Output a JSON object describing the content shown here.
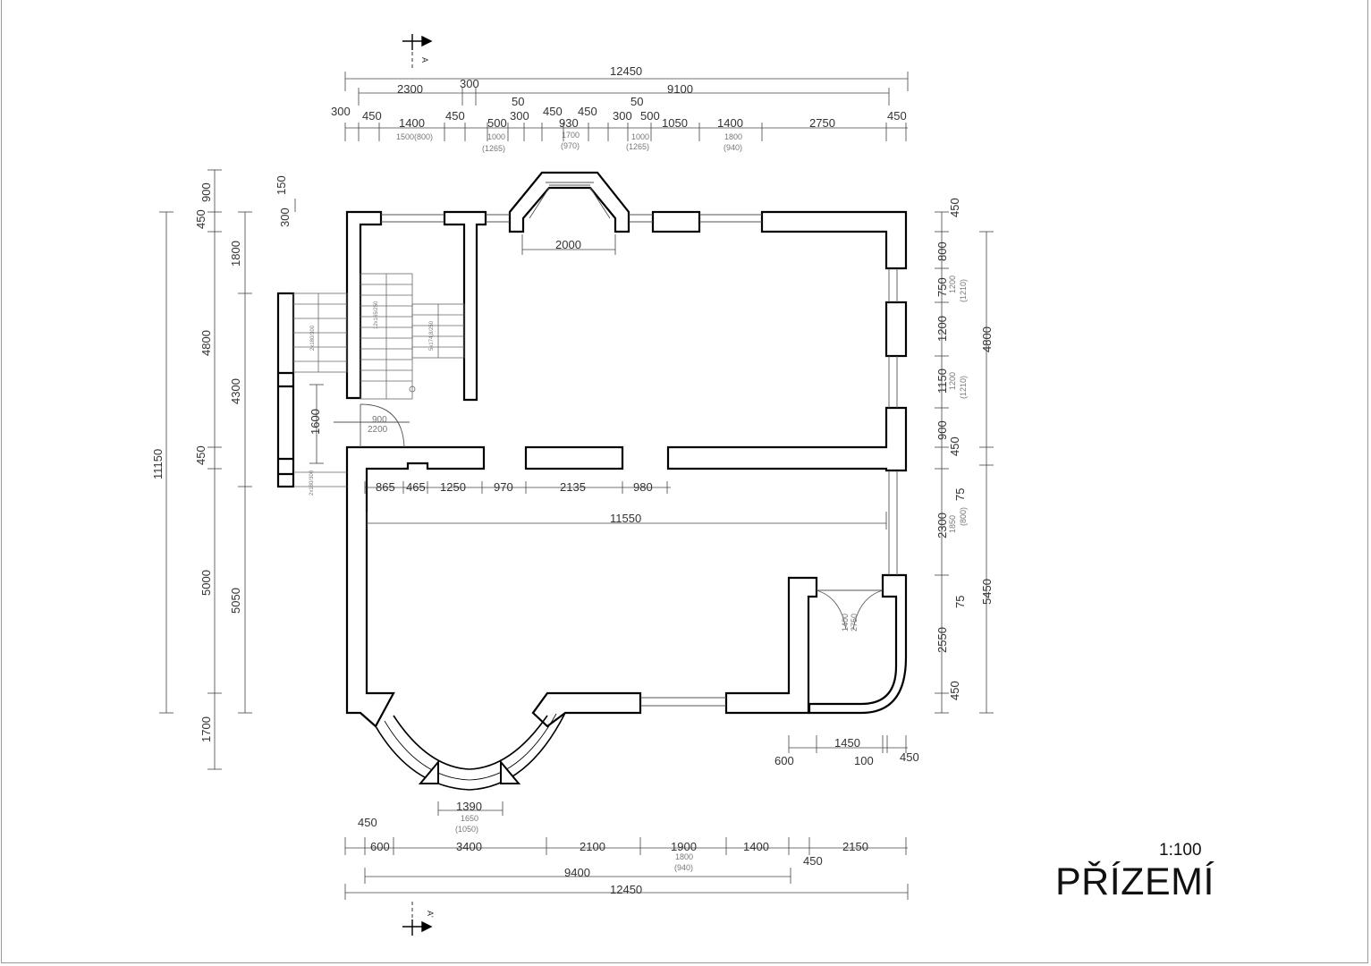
{
  "title": "PŘÍZEMÍ",
  "scale": "1:100",
  "section_marker": "A",
  "section_marker_prime": "A'",
  "dims": {
    "top_total": "12450",
    "top_r2_a": "2300",
    "top_r2_b": "300",
    "top_r2_c": "9100",
    "top_r3": [
      "300",
      "450",
      "1400",
      "450",
      "500",
      "300",
      "50",
      "450",
      "930",
      "450",
      "300",
      "50",
      "500",
      "1050",
      "1400",
      "2750",
      "450"
    ],
    "top_sub": [
      "1500(800)",
      "1000",
      "(1265)",
      "1700",
      "(970)",
      "1000",
      "(1265)",
      "1800",
      "(940)"
    ],
    "bay_width": "2000",
    "left_outer_total": "11150",
    "left_outer": [
      "900",
      "450",
      "4800",
      "450",
      "5000",
      "1700"
    ],
    "left_inner": [
      "1800",
      "4300",
      "5050"
    ],
    "left_small": [
      "150",
      "300"
    ],
    "door_left": "1600",
    "door_label": "900",
    "door_label2": "2200",
    "inner_row": [
      "865",
      "465",
      "1250",
      "970",
      "2135",
      "980"
    ],
    "inner_total": "11550",
    "stair_notes": [
      "2x180/300",
      "12x165/250",
      "5x174,8/250",
      "2x180/300"
    ],
    "right_inner": [
      "450",
      "800",
      "750",
      "1200",
      "1150",
      "900",
      "450",
      "75",
      "2300",
      "75",
      "2550",
      "450"
    ],
    "right_sub": [
      "1200",
      "(1210)",
      "1200",
      "(1210)",
      "1850",
      "(800)"
    ],
    "right_outer": [
      "4800",
      "5450"
    ],
    "porch_door": [
      "1400",
      "2750"
    ],
    "porch_row": [
      "600",
      "1450",
      "100",
      "450"
    ],
    "bay_bottom": "1390",
    "bay_bottom_sub": [
      "1650",
      "(1050)"
    ],
    "bottom_r1": [
      "450",
      "600",
      "3400",
      "2100",
      "1900",
      "1400",
      "2150"
    ],
    "bottom_r1_sub": [
      "1800",
      "(940)"
    ],
    "bottom_small": "450",
    "bottom_r2": "9400",
    "bottom_total": "12450"
  }
}
